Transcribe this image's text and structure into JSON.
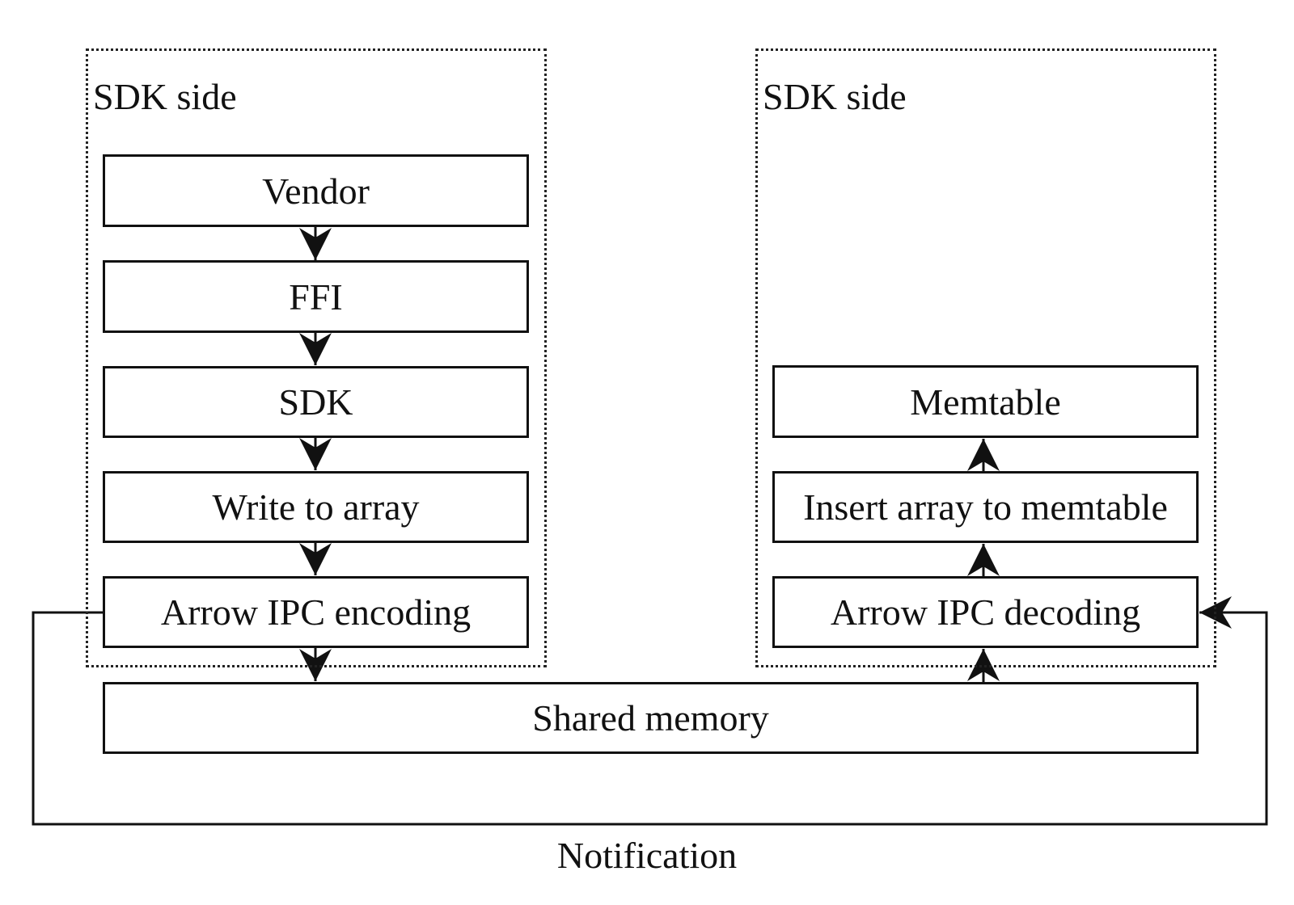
{
  "diagram": {
    "left_region": {
      "label": "SDK side"
    },
    "right_region": {
      "label": "SDK side"
    },
    "left_stack": [
      "Vendor",
      "FFI",
      "SDK",
      "Write to array",
      "Arrow IPC encoding"
    ],
    "right_stack": [
      "Memtable",
      "Insert array to memtable",
      "Arrow IPC decoding"
    ],
    "shared": "Shared memory",
    "notification": "Notification"
  }
}
